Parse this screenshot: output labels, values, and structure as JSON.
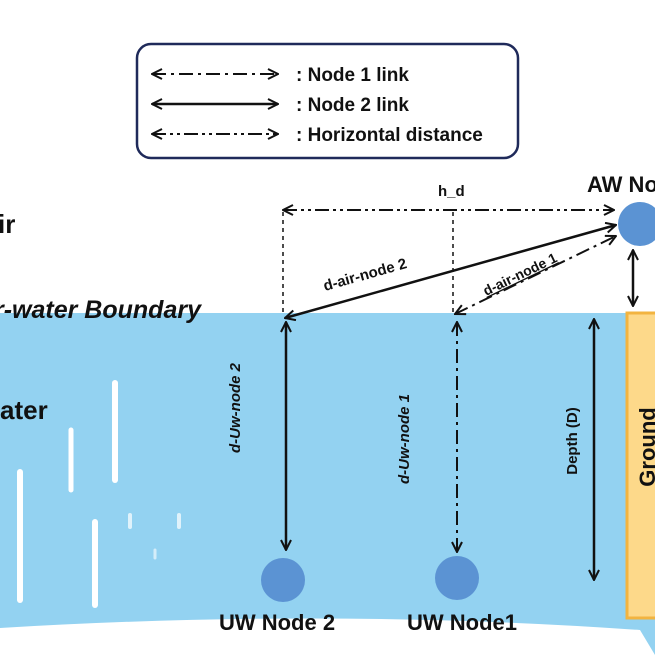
{
  "legend": {
    "items": [
      {
        "label": ": Node 1 link",
        "style": "dash-dot"
      },
      {
        "label": ": Node 2 link",
        "style": "solid"
      },
      {
        "label": ": Horizontal distance",
        "style": "dash-dot-dot"
      }
    ]
  },
  "labels": {
    "air": "ir",
    "boundary": "r-water Boundary",
    "water": "ater",
    "aw_node": "AW No",
    "uw_node_2": "UW Node 2",
    "uw_node_1": "UW Node1",
    "ground": "Ground",
    "h_d": "h_d",
    "d_air_node_2": "d-air-node 2",
    "d_air_node_1": "d-air-node 1",
    "d_uw_node_2": "d-Uw-node 2",
    "d_uw_node_1": "d-Uw-node 1",
    "depth": "Depth (D)"
  },
  "colors": {
    "water": "#93d2f1",
    "node": "#5b93d3",
    "ground_fill": "#fdd98a",
    "ground_stroke": "#f2b440",
    "legend_border": "#1f2a5a",
    "ink": "#111111"
  }
}
